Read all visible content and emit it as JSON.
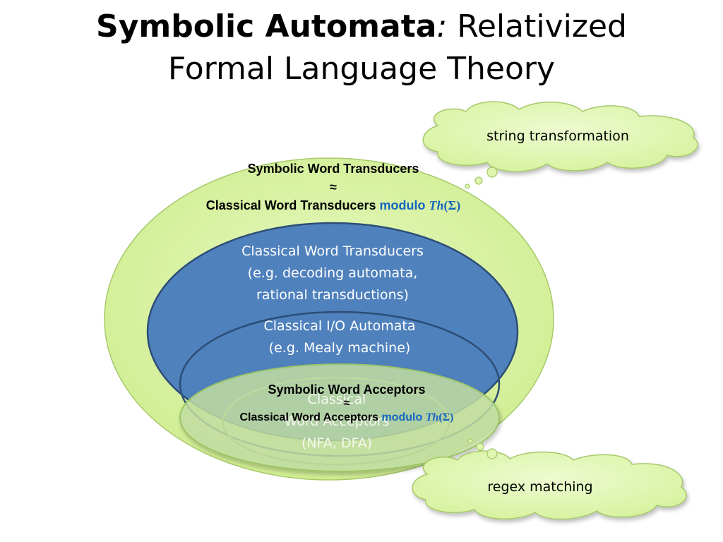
{
  "title": {
    "bold": "Symbolic Automata",
    "colon": ":",
    "rest_line1": " Relativized",
    "line2": "Formal Language Theory"
  },
  "clouds": {
    "top": "string transformation",
    "bottom": "regex matching"
  },
  "outer": {
    "line1": "Symbolic Word Transducers",
    "approx": "≈",
    "line3_main": "Classical Word Transducers",
    "modulo": "modulo",
    "th": "Th",
    "sigma": "(Σ)"
  },
  "blue_ellipse": {
    "line1": "Classical Word Transducers",
    "line2": "(e.g. decoding automata,",
    "line3": "rational transductions)"
  },
  "io_ellipse": {
    "line1": "Classical I/O Automata",
    "line2": "(e.g. Mealy machine)"
  },
  "acceptors_ellipse": {
    "line1": "Classical",
    "line2": "Word Acceptors",
    "line3": "(NFA, DFA)"
  },
  "symbolic_acceptors": {
    "line1": "Symbolic Word Acceptors",
    "approx": "≈",
    "line3_main": "Classical Word Acceptors",
    "modulo": "modulo",
    "th": "Th",
    "sigma": "(Σ)"
  },
  "colors": {
    "outer_fill": "#d4f19a",
    "blue_fill": "#4f81bd",
    "cloud_fill": "#e0f5b0",
    "green_overlay": "#c5e0a3"
  }
}
